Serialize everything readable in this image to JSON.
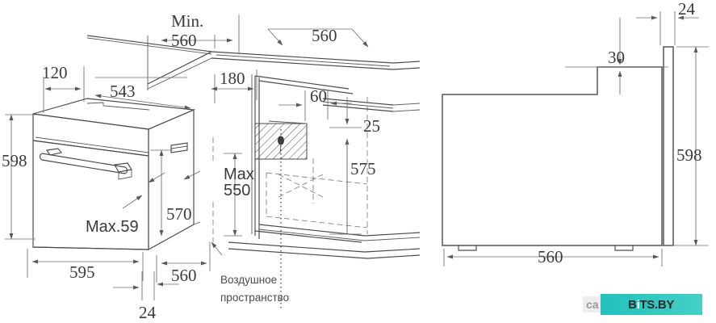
{
  "document": {
    "type": "technical-installation-drawing",
    "subject": "Built-in oven cabinet installation dimensions",
    "units": "mm"
  },
  "left_view": {
    "title": "isometric-oven-in-cabinet",
    "dimensions": {
      "min_label": "Min.",
      "min_width": "560",
      "cabinet_depth_top": "560",
      "left_offset": "120",
      "inner_width": "543",
      "recess_depth": "180",
      "vent_width": "60",
      "vent_gap": "25",
      "niche_height": "575",
      "oven_height": "598",
      "oven_cavity_height": "570",
      "oven_width": "595",
      "oven_depth": "560",
      "door_thickness": "24",
      "max_panel": "Max.59",
      "max_depth_line1": "Max",
      "max_depth_line2": "550"
    },
    "notes": {
      "air_gap_line1": "Воздушное",
      "air_gap_line2": "пространство"
    }
  },
  "right_view": {
    "title": "side-profile-oven",
    "dimensions": {
      "front_panel_thickness": "24",
      "step_height": "30",
      "overall_height": "598",
      "body_depth": "560"
    }
  },
  "watermark": {
    "ghost_text": "ca",
    "brand_prefix": "B",
    "brand_accent": "i",
    "brand_suffix": "TS.BY",
    "chip_color": "#2fc8c0"
  }
}
